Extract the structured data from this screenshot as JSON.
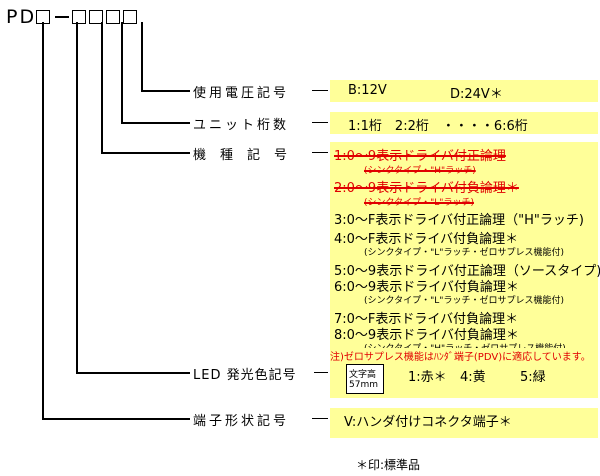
{
  "header": {
    "prefix": "PD",
    "separator": "-",
    "slot_count": 4
  },
  "sections": {
    "voltage": {
      "label": "使用電圧記号",
      "opt1": "B:12V",
      "opt2": "D:24V＊"
    },
    "units": {
      "label": "ユニット桁数",
      "value": "1:1桁　2:2桁　・・・・6:6桁"
    },
    "model": {
      "label": "機種記号",
      "items": [
        {
          "main": "1:0～9表示ドライバ付正論理",
          "sub": "(シンクタイプ・\"H\"ラッチ)",
          "struck": true
        },
        {
          "main": "2:0～9表示ドライバ付負論理＊",
          "sub": "(シンクタイプ・\"L\"ラッチ)",
          "struck": true
        },
        {
          "main": "3:0～F表示ドライバ付正論理（\"H\"ラッチ)"
        },
        {
          "main": "4:0～F表示ドライバ付負論理＊",
          "sub": "(シンクタイプ・\"L\"ラッチ・ゼロサプレス機能付)"
        },
        {
          "main": "5:0～9表示ドライバ付正論理（ソースタイプ)"
        },
        {
          "main": "6:0～9表示ドライバ付負論理＊",
          "sub": "(シンクタイプ・\"L\"ラッチ・ゼロサプレス機能付)"
        },
        {
          "main": "7:0～F表示ドライバ付負論理＊"
        },
        {
          "main": "8:0～9表示ドライバ付負論理＊",
          "sub": "(シンクタイプ・\"H\"ラッチ・ゼロサプレス機能付)"
        }
      ],
      "note": "注)ゼロサプレス機能はﾊﾝﾀﾞ端子(PDV)に適応しています。"
    },
    "led": {
      "label": "LED 発光色記号",
      "char_height_label": "文字高",
      "char_height_value": "57mm",
      "opt1": "1:赤＊",
      "opt2": "4:黄",
      "opt3": "5:緑"
    },
    "terminal": {
      "label": "端子形状記号",
      "value": "V:ハンダ付けコネクタ端子＊"
    }
  },
  "footnote": "＊印:標準品",
  "colors": {
    "highlight": "#ffff99",
    "strike_red": "#e00000"
  }
}
